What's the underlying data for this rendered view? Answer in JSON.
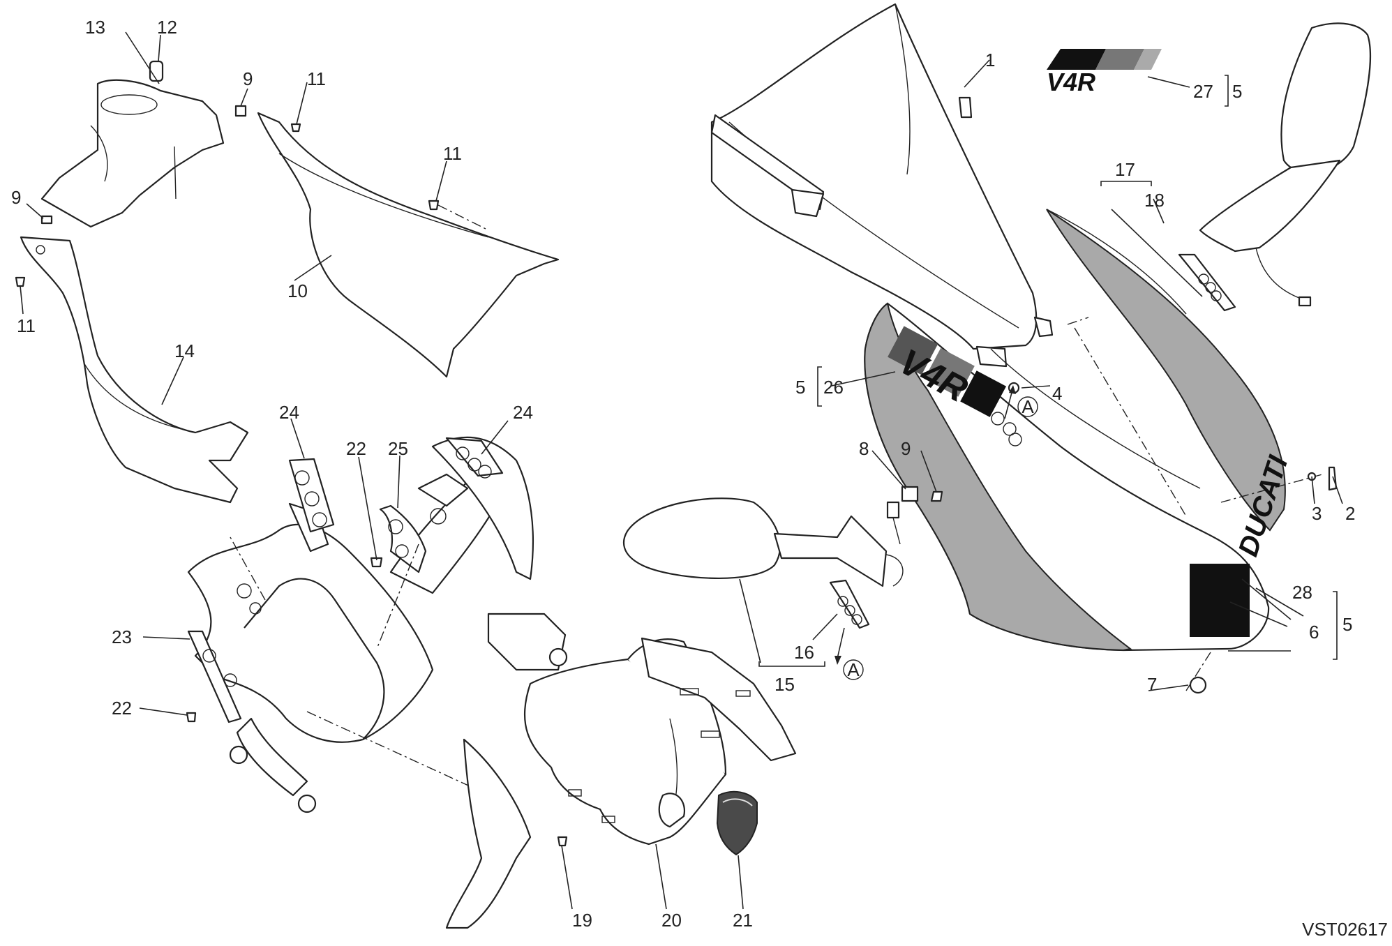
{
  "diagram": {
    "code": "VST02617",
    "decal_text_v4r": "V4R",
    "decal_text_brand": "DUCATI",
    "marker": "A",
    "callouts": {
      "c1": "1",
      "c2": "2",
      "c3": "3",
      "c4": "4",
      "c5a": "5",
      "c5b": "5",
      "c5c": "5",
      "c6": "6",
      "c7": "7",
      "c8": "8",
      "c9a": "9",
      "c9b": "9",
      "c9c": "9",
      "c10": "10",
      "c11a": "11",
      "c11b": "11",
      "c11c": "11",
      "c12": "12",
      "c13": "13",
      "c14": "14",
      "c15": "15",
      "c16": "16",
      "c17": "17",
      "c18": "18",
      "c19": "19",
      "c20": "20",
      "c21": "21",
      "c22a": "22",
      "c22b": "22",
      "c23": "23",
      "c24a": "24",
      "c24b": "24",
      "c25": "25",
      "c26": "26",
      "c27": "27",
      "c28": "28"
    }
  }
}
